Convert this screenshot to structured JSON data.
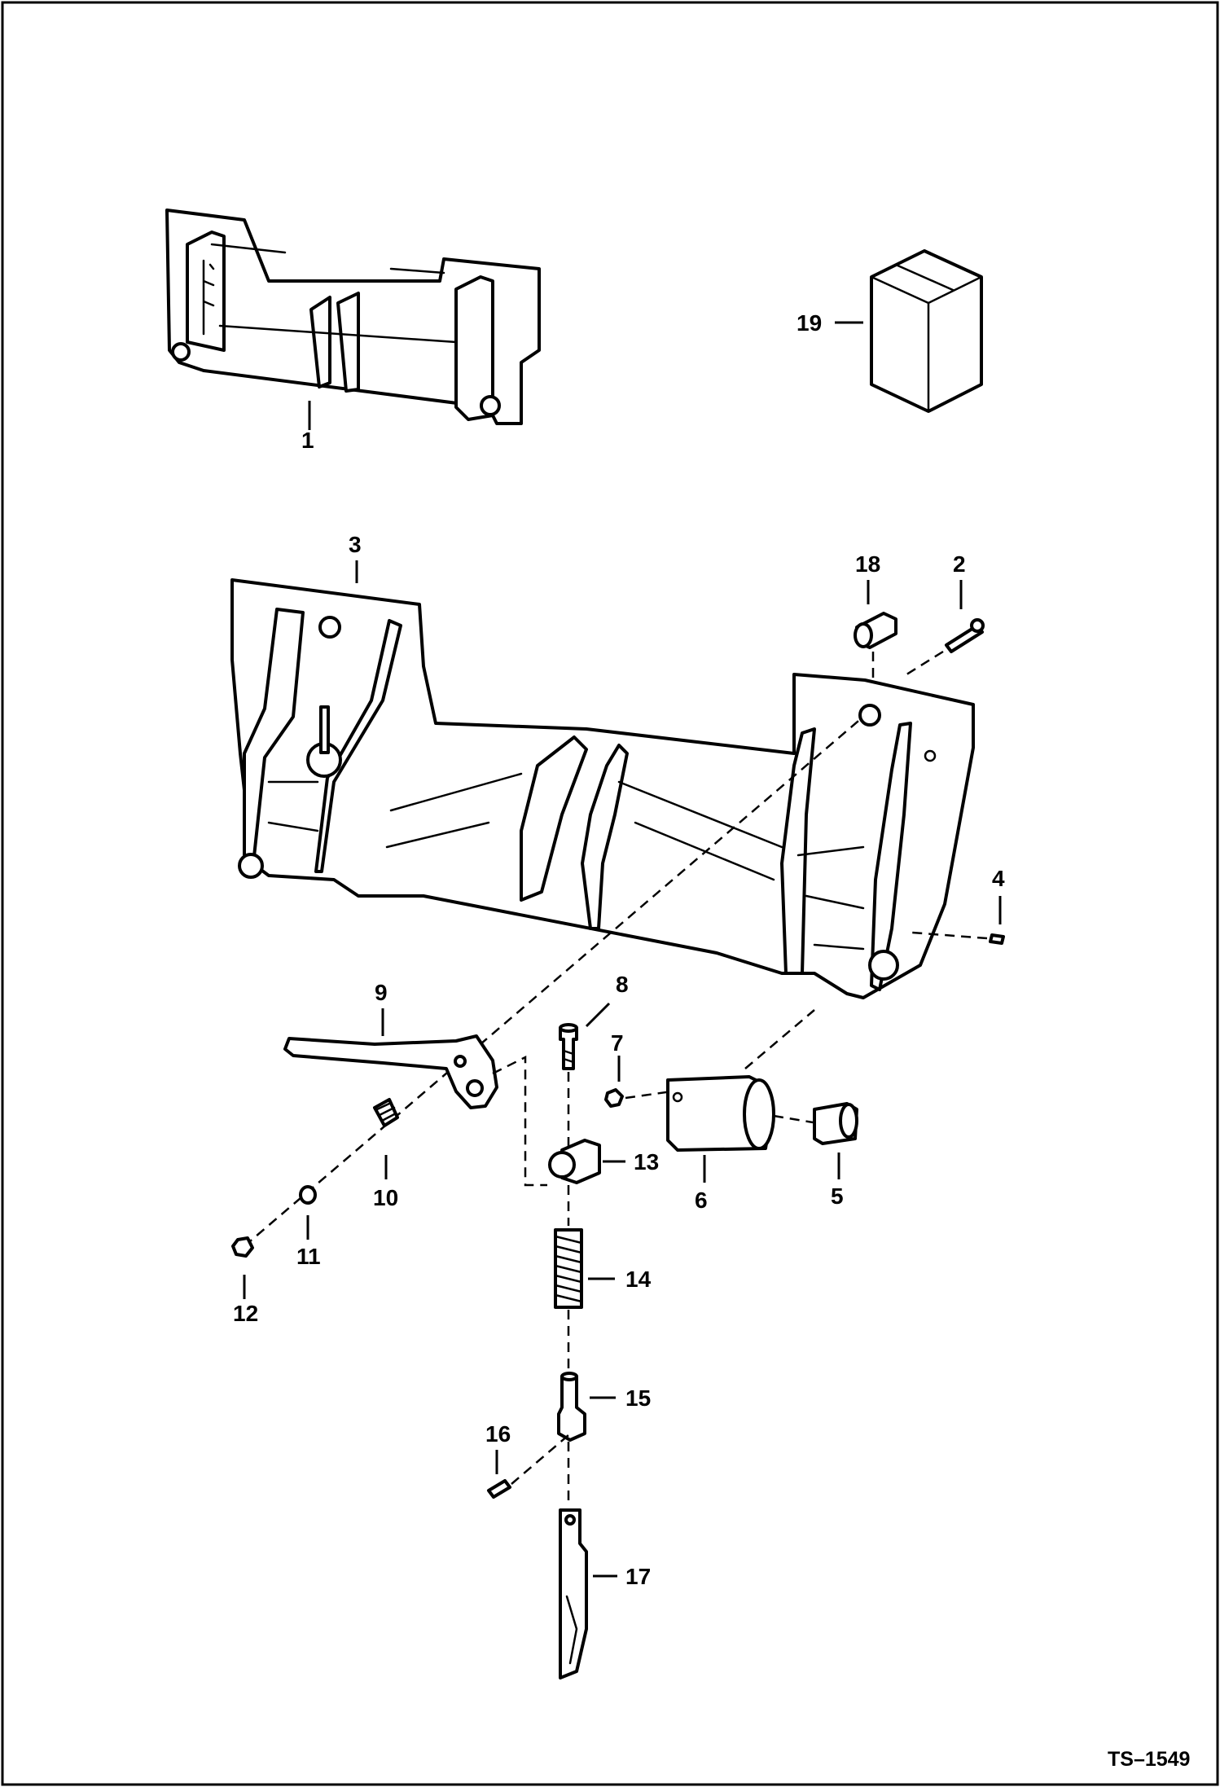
{
  "drawing_id": "TS–1549",
  "callouts": {
    "c1": "1",
    "c2": "2",
    "c3": "3",
    "c4": "4",
    "c5": "5",
    "c6": "6",
    "c7": "7",
    "c8": "8",
    "c9": "9",
    "c10": "10",
    "c11": "11",
    "c12": "12",
    "c13": "13",
    "c14": "14",
    "c15": "15",
    "c16": "16",
    "c17": "17",
    "c18": "18",
    "c19": "19"
  }
}
